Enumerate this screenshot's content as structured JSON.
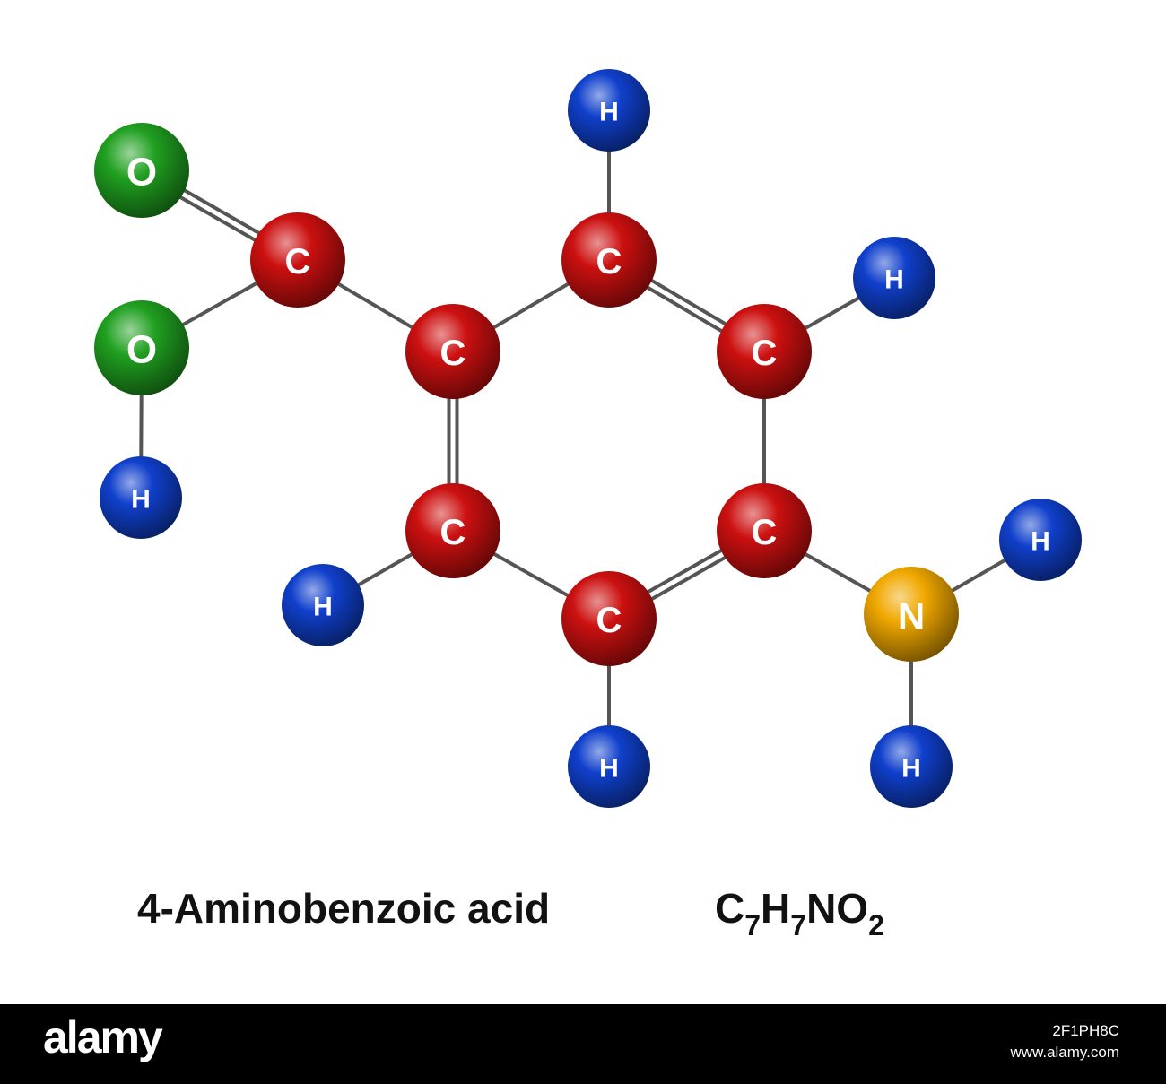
{
  "molecule": {
    "name": "4-Aminobenzoic acid",
    "formula": [
      {
        "text": "C",
        "sub": "7"
      },
      {
        "text": "H",
        "sub": "7"
      },
      {
        "text": "N",
        "sub": ""
      },
      {
        "text": "O",
        "sub": "2"
      }
    ],
    "element_colors": {
      "C": "#cc1010",
      "H": "#1040cc",
      "O": "#20a020",
      "N": "#f0a800"
    },
    "atoms": [
      {
        "id": "O1",
        "element": "O",
        "label": "O"
      },
      {
        "id": "O2",
        "element": "O",
        "label": "O"
      },
      {
        "id": "H1",
        "element": "H",
        "label": "H"
      },
      {
        "id": "C7",
        "element": "C",
        "label": "C"
      },
      {
        "id": "C1",
        "element": "C",
        "label": "C"
      },
      {
        "id": "C2",
        "element": "C",
        "label": "C"
      },
      {
        "id": "H2",
        "element": "H",
        "label": "H"
      },
      {
        "id": "C3",
        "element": "C",
        "label": "C"
      },
      {
        "id": "H3",
        "element": "H",
        "label": "H"
      },
      {
        "id": "C4",
        "element": "C",
        "label": "C"
      },
      {
        "id": "N1",
        "element": "N",
        "label": "N"
      },
      {
        "id": "HN1",
        "element": "H",
        "label": "H"
      },
      {
        "id": "HN2",
        "element": "H",
        "label": "H"
      },
      {
        "id": "C5",
        "element": "C",
        "label": "C"
      },
      {
        "id": "H5",
        "element": "H",
        "label": "H"
      },
      {
        "id": "C6",
        "element": "C",
        "label": "C"
      },
      {
        "id": "H6",
        "element": "H",
        "label": "H"
      }
    ],
    "bonds": [
      {
        "a": "C7",
        "b": "O1",
        "order": 2
      },
      {
        "a": "C7",
        "b": "O2",
        "order": 1
      },
      {
        "a": "O2",
        "b": "H1",
        "order": 1
      },
      {
        "a": "C7",
        "b": "C1",
        "order": 1
      },
      {
        "a": "C1",
        "b": "C2",
        "order": 1
      },
      {
        "a": "C2",
        "b": "C3",
        "order": 2
      },
      {
        "a": "C3",
        "b": "C4",
        "order": 1
      },
      {
        "a": "C4",
        "b": "C5",
        "order": 2
      },
      {
        "a": "C5",
        "b": "C6",
        "order": 1
      },
      {
        "a": "C6",
        "b": "C1",
        "order": 2
      },
      {
        "a": "C2",
        "b": "H2",
        "order": 1
      },
      {
        "a": "C3",
        "b": "H3",
        "order": 1
      },
      {
        "a": "C4",
        "b": "N1",
        "order": 1
      },
      {
        "a": "N1",
        "b": "HN1",
        "order": 1
      },
      {
        "a": "N1",
        "b": "HN2",
        "order": 1
      },
      {
        "a": "C5",
        "b": "H5",
        "order": 1
      },
      {
        "a": "C6",
        "b": "H6",
        "order": 1
      }
    ]
  },
  "footer": {
    "logo": "alamy",
    "image_id": "2F1PH8C",
    "url": "www.alamy.com"
  }
}
